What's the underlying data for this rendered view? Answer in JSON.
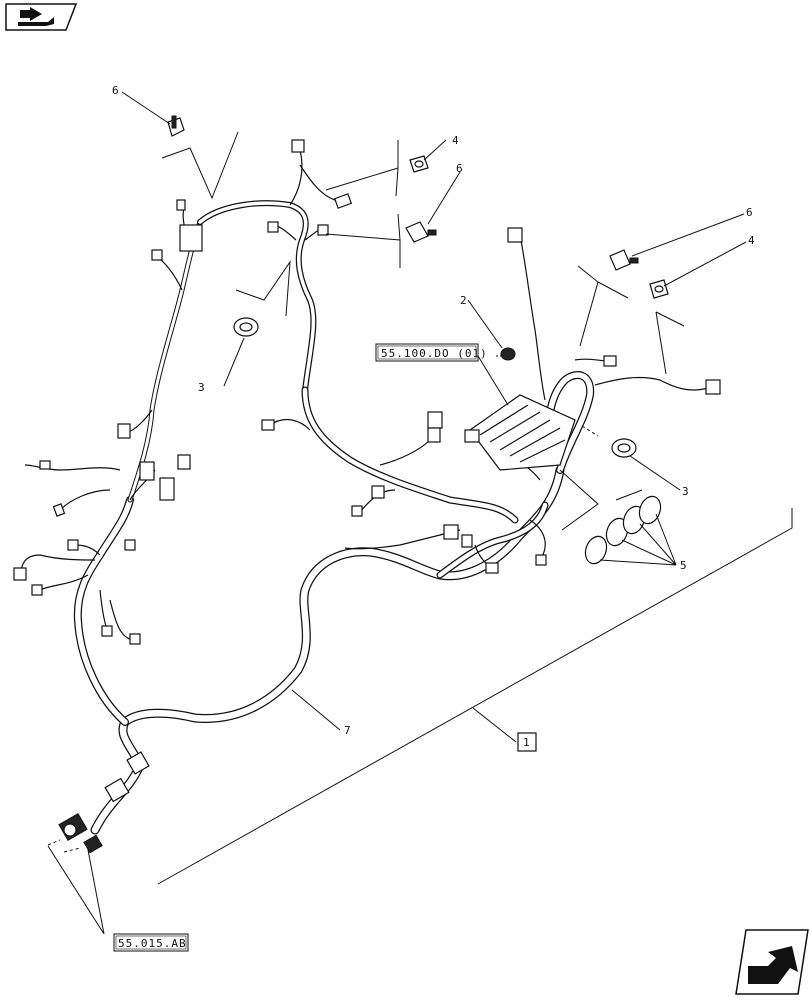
{
  "callouts": {
    "c1": "1",
    "c2": "2",
    "c3a": "3",
    "c3b": "3",
    "c4a": "4",
    "c4b": "4",
    "c5": "5",
    "c6a": "6",
    "c6b": "6",
    "c6c": "6",
    "c7": "7"
  },
  "references": {
    "ref_top": "55.100.DO (01)",
    "ref_bottom": "55.015.AB"
  },
  "icons": {
    "top_left": "book-arrow-icon",
    "bottom_right": "next-page-arrow-icon"
  }
}
